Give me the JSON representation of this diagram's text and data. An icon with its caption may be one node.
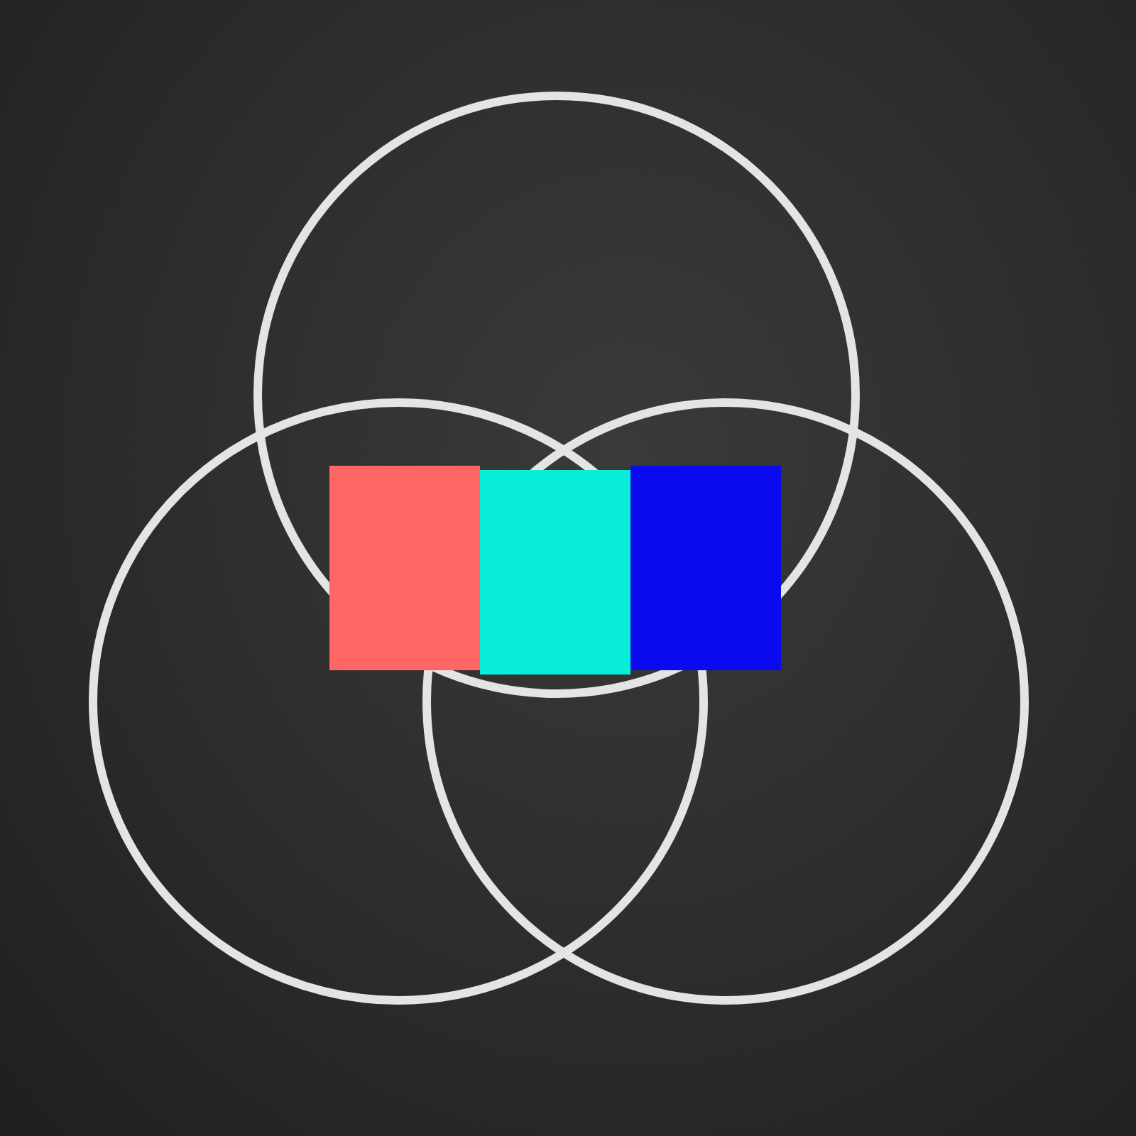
{
  "diagram": {
    "nodes": [
      {
        "text": [],
        "shape": "circle"
      },
      {
        "text": [],
        "shape": "circle"
      },
      {
        "text": [],
        "shape": "circle"
      },
      {
        "text": [],
        "shape": "box"
      },
      {
        "text": [],
        "shape": "box"
      },
      {
        "text": [],
        "shape": "box"
      }
    ]
  }
}
